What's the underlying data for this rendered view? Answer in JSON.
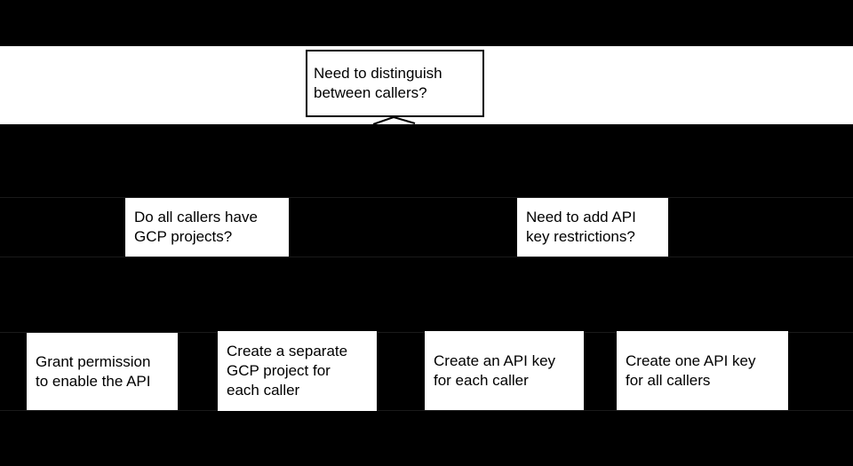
{
  "diagram": {
    "colors": {
      "background": "#000000",
      "node_fill": "#ffffff",
      "node_text": "#000000",
      "root_border": "#000000",
      "connector_line": "#000000"
    },
    "nodes": {
      "root_question": "Need to distinguish\nbetween callers?",
      "left_question": "Do all callers have\nGCP projects?",
      "right_question": "Need to add API\nkey restrictions?",
      "outcome_grant_permission": "Grant permission\nto enable the API",
      "outcome_separate_project": "Create a separate\nGCP project for\neach caller",
      "outcome_key_per_caller": "Create an API key\nfor each caller",
      "outcome_one_key": "Create one API key\nfor all callers"
    }
  }
}
